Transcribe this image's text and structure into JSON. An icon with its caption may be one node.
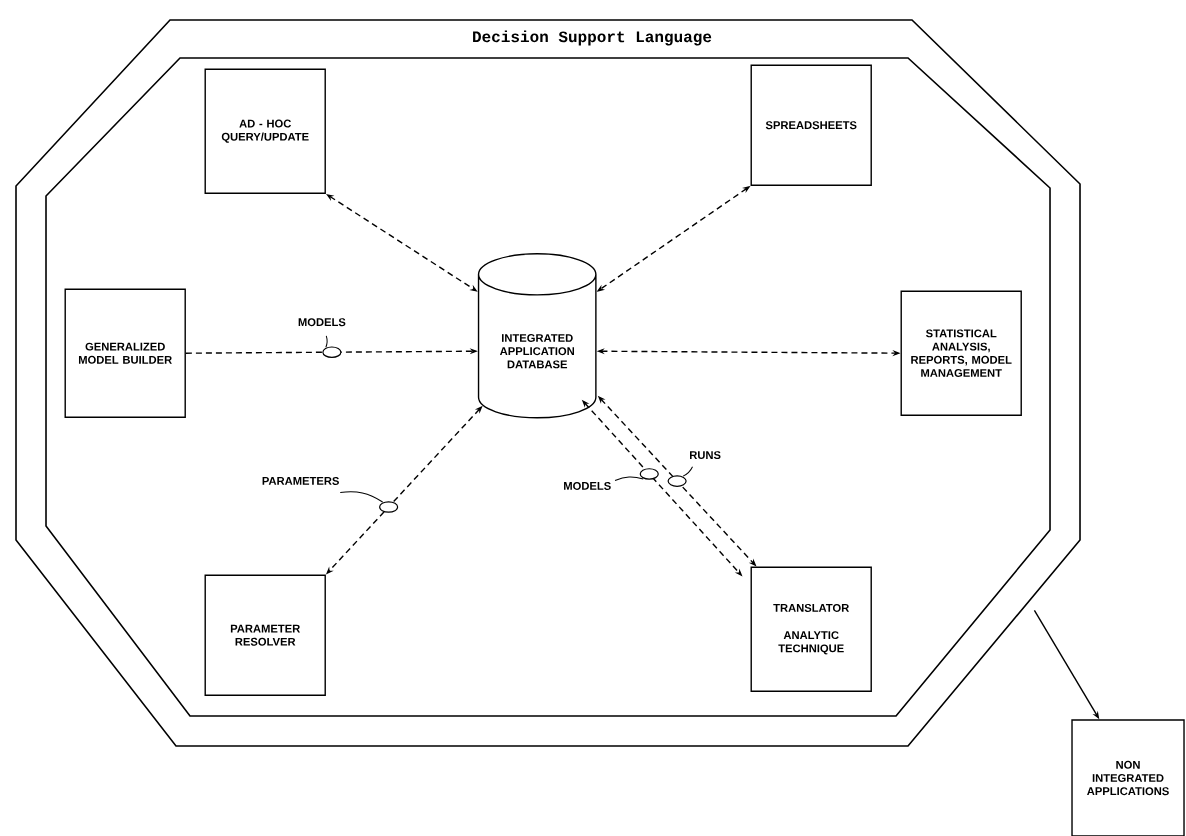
{
  "diagram": {
    "nodes": [
      {
        "text": [
          "Decision Support Language"
        ]
      },
      {
        "text": [],
        "shape": "octagon",
        "in": 0
      },
      {
        "text": [
          "AD - HOC QUERY/UPDATE"
        ],
        "in": 1
      },
      {
        "text": [
          "SPREADSHEETS"
        ],
        "in": 1
      },
      {
        "text": [
          "INTEGRATED APPLICATION DATABASE"
        ],
        "in": 1
      },
      {
        "text": [
          "GENERALIZED MODEL BUILDER"
        ],
        "in": 1
      },
      {
        "text": [
          "STATISTICAL ANALYSIS, REPORTS, MODEL MANAGEMENT"
        ],
        "in": 1
      },
      {
        "text": [
          "PARAMETER RESOLVER"
        ],
        "in": 1
      },
      {
        "text": [
          "TRANSLATOR",
          "ANALYTIC TECHNIQUE"
        ],
        "in": 1
      },
      {
        "text": [
          "NON INTEGRATED APPLICATIONS"
        ]
      }
    ],
    "edges": [
      {
        "from": 2,
        "to": 4,
        "arrow": "both",
        "style": "dashed"
      },
      {
        "from": 3,
        "to": 4,
        "arrow": "both",
        "style": "dashed"
      },
      {
        "from": 5,
        "to": 4,
        "arrow": "to",
        "style": "dashed",
        "label": "MODELS"
      },
      {
        "from": 4,
        "to": 6,
        "arrow": "both",
        "style": "dashed"
      },
      {
        "from": 4,
        "to": 7,
        "arrow": "both",
        "style": "dashed",
        "label": "PARAMETERS"
      },
      {
        "from": 4,
        "to": 8,
        "arrow": "both",
        "style": "dashed",
        "label": "MODELS"
      },
      {
        "from": 4,
        "to": 8,
        "arrow": "both",
        "style": "dashed",
        "label": "RUNS"
      },
      {
        "from": 0,
        "to": 9,
        "arrow": "to"
      }
    ]
  }
}
